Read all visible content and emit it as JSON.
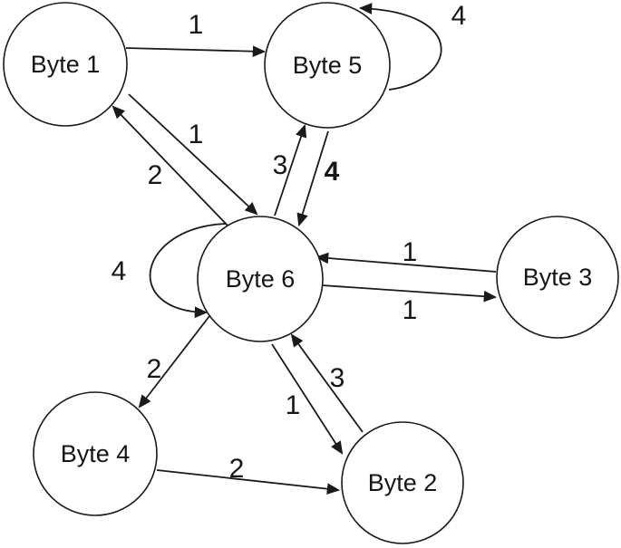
{
  "diagram": {
    "type": "directed-graph",
    "colors": {
      "line": "#1a1a1a",
      "text": "#161616",
      "node_fill": "#ffffff",
      "background": "#ffffff"
    },
    "nodes": [
      {
        "id": "byte1",
        "label": "Byte 1"
      },
      {
        "id": "byte5",
        "label": "Byte 5"
      },
      {
        "id": "byte3",
        "label": "Byte 3"
      },
      {
        "id": "byte6",
        "label": "Byte 6"
      },
      {
        "id": "byte4",
        "label": "Byte 4"
      },
      {
        "id": "byte2",
        "label": "Byte 2"
      }
    ],
    "edges": [
      {
        "from": "Byte 1",
        "to": "Byte 5",
        "weight": "1",
        "self_loop": false,
        "bold": false
      },
      {
        "from": "Byte 5",
        "to": "Byte 5",
        "weight": "4",
        "self_loop": true,
        "bold": false
      },
      {
        "from": "Byte 1",
        "to": "Byte 6",
        "weight": "1",
        "self_loop": false,
        "bold": false
      },
      {
        "from": "Byte 6",
        "to": "Byte 1",
        "weight": "2",
        "self_loop": false,
        "bold": false
      },
      {
        "from": "Byte 6",
        "to": "Byte 5",
        "weight": "3",
        "self_loop": false,
        "bold": false
      },
      {
        "from": "Byte 5",
        "to": "Byte 6",
        "weight": "4",
        "self_loop": false,
        "bold": true
      },
      {
        "from": "Byte 6",
        "to": "Byte 6",
        "weight": "4",
        "self_loop": true,
        "bold": false
      },
      {
        "from": "Byte 3",
        "to": "Byte 6",
        "weight": "1",
        "self_loop": false,
        "bold": false
      },
      {
        "from": "Byte 6",
        "to": "Byte 3",
        "weight": "1",
        "self_loop": false,
        "bold": false
      },
      {
        "from": "Byte 6",
        "to": "Byte 4",
        "weight": "2",
        "self_loop": false,
        "bold": false
      },
      {
        "from": "Byte 6",
        "to": "Byte 2",
        "weight": "1",
        "self_loop": false,
        "bold": false
      },
      {
        "from": "Byte 2",
        "to": "Byte 6",
        "weight": "3",
        "self_loop": false,
        "bold": false
      },
      {
        "from": "Byte 4",
        "to": "Byte 2",
        "weight": "2",
        "self_loop": false,
        "bold": false
      }
    ]
  }
}
